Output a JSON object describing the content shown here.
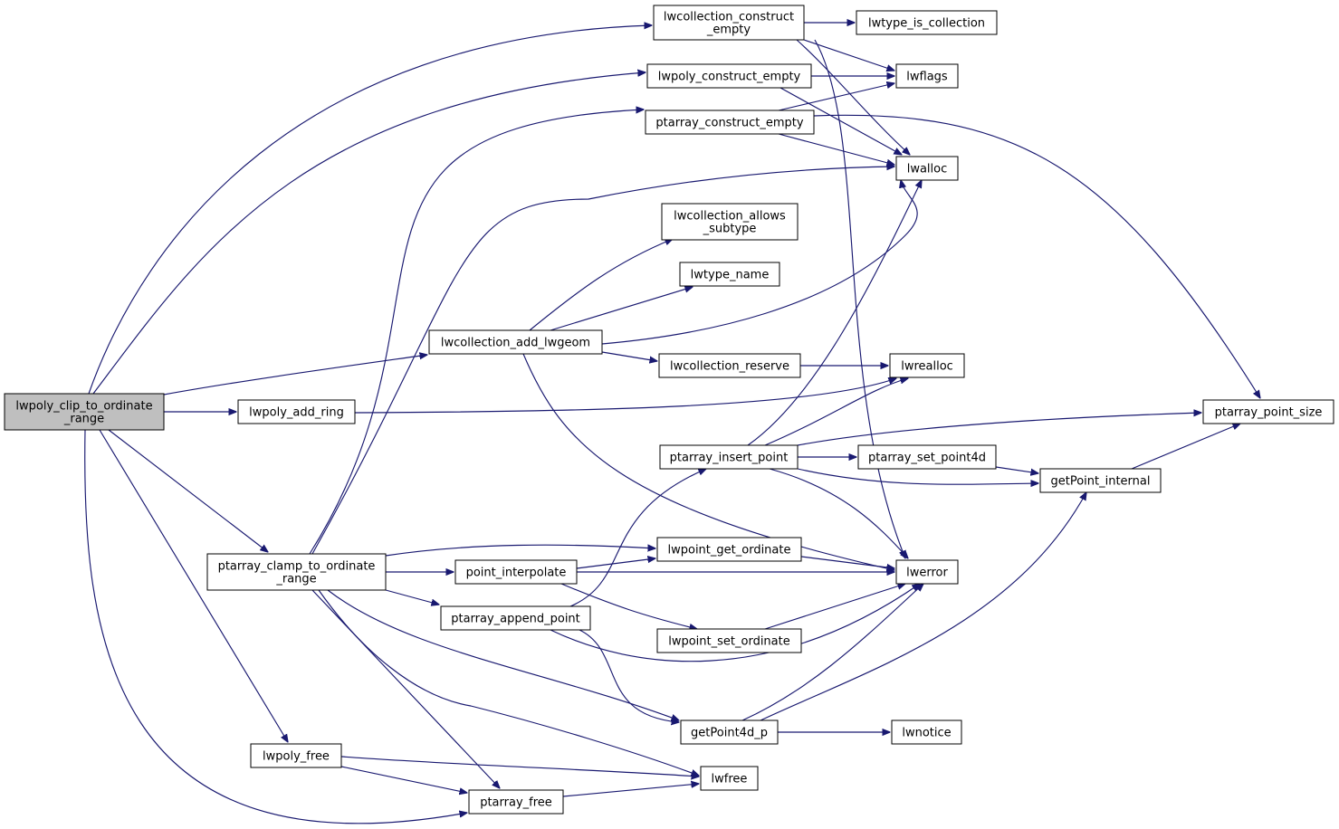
{
  "graph": {
    "root": "lwpoly_clip_to_ordinate_range",
    "edge_color": "#191970",
    "root_fill": "#bfbfbf",
    "nodes": {
      "lwpoly_clip_to_ordinate_range": [
        "lwpoly_clip_to_ordinate",
        "_range"
      ],
      "lwcollection_construct_empty": [
        "lwcollection_construct",
        "_empty"
      ],
      "lwtype_is_collection": [
        "lwtype_is_collection"
      ],
      "lwpoly_construct_empty": [
        "lwpoly_construct_empty"
      ],
      "lwflags": [
        "lwflags"
      ],
      "ptarray_construct_empty": [
        "ptarray_construct_empty"
      ],
      "lwalloc": [
        "lwalloc"
      ],
      "lwcollection_allows_subtype": [
        "lwcollection_allows",
        "_subtype"
      ],
      "lwtype_name": [
        "lwtype_name"
      ],
      "lwcollection_add_lwgeom": [
        "lwcollection_add_lwgeom"
      ],
      "lwcollection_reserve": [
        "lwcollection_reserve"
      ],
      "lwrealloc": [
        "lwrealloc"
      ],
      "lwpoly_add_ring": [
        "lwpoly_add_ring"
      ],
      "ptarray_point_size": [
        "ptarray_point_size"
      ],
      "ptarray_insert_point": [
        "ptarray_insert_point"
      ],
      "ptarray_set_point4d": [
        "ptarray_set_point4d"
      ],
      "getPoint_internal": [
        "getPoint_internal"
      ],
      "ptarray_clamp_to_ordinate_range": [
        "ptarray_clamp_to_ordinate",
        "_range"
      ],
      "lwpoint_get_ordinate": [
        "lwpoint_get_ordinate"
      ],
      "point_interpolate": [
        "point_interpolate"
      ],
      "lwerror": [
        "lwerror"
      ],
      "ptarray_append_point": [
        "ptarray_append_point"
      ],
      "lwpoint_set_ordinate": [
        "lwpoint_set_ordinate"
      ],
      "getPoint4d_p": [
        "getPoint4d_p"
      ],
      "lwnotice": [
        "lwnotice"
      ],
      "lwpoly_free": [
        "lwpoly_free"
      ],
      "lwfree": [
        "lwfree"
      ],
      "ptarray_free": [
        "ptarray_free"
      ]
    },
    "edges": [
      [
        "lwpoly_clip_to_ordinate_range",
        "lwcollection_construct_empty"
      ],
      [
        "lwpoly_clip_to_ordinate_range",
        "lwpoly_construct_empty"
      ],
      [
        "lwpoly_clip_to_ordinate_range",
        "lwcollection_add_lwgeom"
      ],
      [
        "lwpoly_clip_to_ordinate_range",
        "lwpoly_add_ring"
      ],
      [
        "lwpoly_clip_to_ordinate_range",
        "ptarray_clamp_to_ordinate_range"
      ],
      [
        "lwpoly_clip_to_ordinate_range",
        "lwpoly_free"
      ],
      [
        "lwpoly_clip_to_ordinate_range",
        "ptarray_free"
      ],
      [
        "lwcollection_construct_empty",
        "lwtype_is_collection"
      ],
      [
        "lwcollection_construct_empty",
        "lwflags"
      ],
      [
        "lwcollection_construct_empty",
        "lwalloc"
      ],
      [
        "lwcollection_construct_empty",
        "lwerror"
      ],
      [
        "lwpoly_construct_empty",
        "lwflags"
      ],
      [
        "lwpoly_construct_empty",
        "lwalloc"
      ],
      [
        "ptarray_construct_empty",
        "lwflags"
      ],
      [
        "ptarray_construct_empty",
        "lwalloc"
      ],
      [
        "ptarray_construct_empty",
        "ptarray_point_size"
      ],
      [
        "lwcollection_add_lwgeom",
        "lwcollection_allows_subtype"
      ],
      [
        "lwcollection_add_lwgeom",
        "lwtype_name"
      ],
      [
        "lwcollection_add_lwgeom",
        "lwalloc"
      ],
      [
        "lwcollection_add_lwgeom",
        "lwcollection_reserve"
      ],
      [
        "lwcollection_add_lwgeom",
        "lwerror"
      ],
      [
        "lwcollection_reserve",
        "lwrealloc"
      ],
      [
        "lwpoly_add_ring",
        "lwrealloc"
      ],
      [
        "ptarray_clamp_to_ordinate_range",
        "ptarray_construct_empty"
      ],
      [
        "ptarray_clamp_to_ordinate_range",
        "lwalloc"
      ],
      [
        "ptarray_clamp_to_ordinate_range",
        "lwpoint_get_ordinate"
      ],
      [
        "ptarray_clamp_to_ordinate_range",
        "point_interpolate"
      ],
      [
        "ptarray_clamp_to_ordinate_range",
        "ptarray_append_point"
      ],
      [
        "ptarray_clamp_to_ordinate_range",
        "getPoint4d_p"
      ],
      [
        "ptarray_clamp_to_ordinate_range",
        "lwfree"
      ],
      [
        "ptarray_clamp_to_ordinate_range",
        "ptarray_free"
      ],
      [
        "ptarray_insert_point",
        "lwalloc"
      ],
      [
        "ptarray_insert_point",
        "lwrealloc"
      ],
      [
        "ptarray_insert_point",
        "ptarray_point_size"
      ],
      [
        "ptarray_insert_point",
        "ptarray_set_point4d"
      ],
      [
        "ptarray_insert_point",
        "getPoint_internal"
      ],
      [
        "ptarray_insert_point",
        "lwerror"
      ],
      [
        "ptarray_set_point4d",
        "getPoint_internal"
      ],
      [
        "getPoint_internal",
        "ptarray_point_size"
      ],
      [
        "point_interpolate",
        "lwpoint_get_ordinate"
      ],
      [
        "point_interpolate",
        "lwerror"
      ],
      [
        "point_interpolate",
        "lwpoint_set_ordinate"
      ],
      [
        "lwpoint_get_ordinate",
        "lwerror"
      ],
      [
        "lwpoint_set_ordinate",
        "lwerror"
      ],
      [
        "ptarray_append_point",
        "ptarray_insert_point"
      ],
      [
        "ptarray_append_point",
        "lwerror"
      ],
      [
        "ptarray_append_point",
        "getPoint4d_p"
      ],
      [
        "getPoint4d_p",
        "lwerror"
      ],
      [
        "getPoint4d_p",
        "getPoint_internal"
      ],
      [
        "getPoint4d_p",
        "lwnotice"
      ],
      [
        "lwpoly_free",
        "lwfree"
      ],
      [
        "lwpoly_free",
        "ptarray_free"
      ],
      [
        "ptarray_free",
        "lwfree"
      ]
    ]
  }
}
